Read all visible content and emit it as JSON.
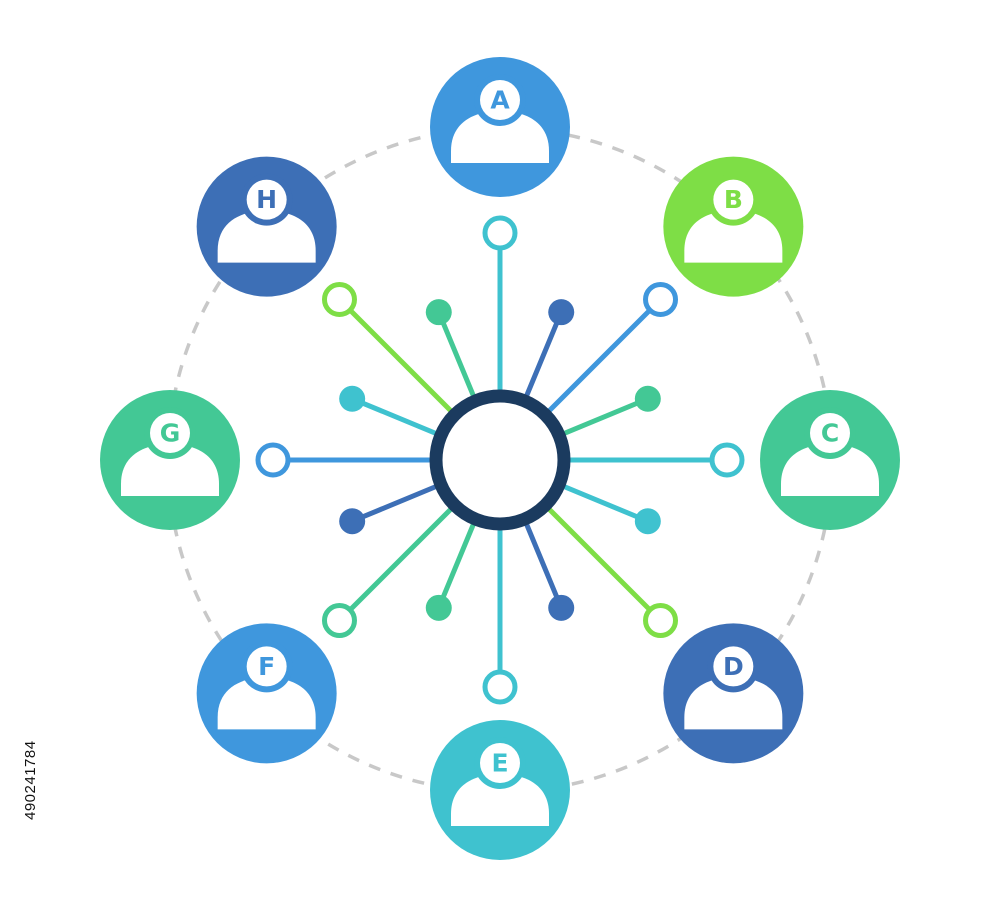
{
  "nodes": [
    {
      "label": "A",
      "color": "#3f97dd"
    },
    {
      "label": "B",
      "color": "#7ede46"
    },
    {
      "label": "C",
      "color": "#43c895"
    },
    {
      "label": "D",
      "color": "#3d6fb6"
    },
    {
      "label": "E",
      "color": "#3fc2cf"
    },
    {
      "label": "F",
      "color": "#3f97dd"
    },
    {
      "label": "G",
      "color": "#43c895"
    },
    {
      "label": "H",
      "color": "#3d6fb6"
    }
  ],
  "hub": {
    "ring_color": "#1b3b5f"
  },
  "connector_colors": {
    "ring_dashes": "#c8c8c8"
  },
  "spokes": [
    {
      "direction": "N",
      "color": "#3fc2cf",
      "end": "ring"
    },
    {
      "direction": "NNE",
      "color": "#3d6fb6",
      "end": "dot"
    },
    {
      "direction": "NE",
      "color": "#3f97dd",
      "end": "ring"
    },
    {
      "direction": "ENE",
      "color": "#43c895",
      "end": "dot"
    },
    {
      "direction": "E",
      "color": "#3fc2cf",
      "end": "ring"
    },
    {
      "direction": "ESE",
      "color": "#3fc2cf",
      "end": "dot"
    },
    {
      "direction": "SE",
      "color": "#7ede46",
      "end": "ring"
    },
    {
      "direction": "SSE",
      "color": "#3d6fb6",
      "end": "dot"
    },
    {
      "direction": "S",
      "color": "#3fc2cf",
      "end": "ring"
    },
    {
      "direction": "SSW",
      "color": "#43c895",
      "end": "dot"
    },
    {
      "direction": "SW",
      "color": "#43c895",
      "end": "ring"
    },
    {
      "direction": "WSW",
      "color": "#3d6fb6",
      "end": "dot"
    },
    {
      "direction": "W",
      "color": "#3f97dd",
      "end": "ring"
    },
    {
      "direction": "WNW",
      "color": "#3fc2cf",
      "end": "dot"
    },
    {
      "direction": "NW",
      "color": "#7ede46",
      "end": "ring"
    },
    {
      "direction": "NNW",
      "color": "#43c895",
      "end": "dot"
    }
  ],
  "stock_id": "490241784"
}
